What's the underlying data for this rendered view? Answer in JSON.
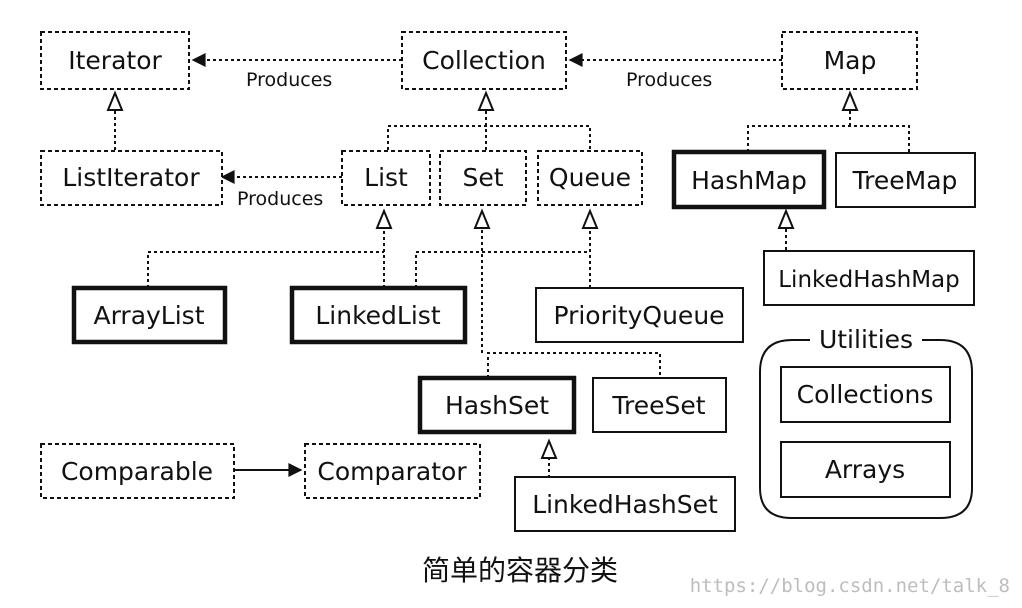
{
  "diagram": {
    "nodes": {
      "iterator": "Iterator",
      "collection": "Collection",
      "map": "Map",
      "list_iterator": "ListIterator",
      "list": "List",
      "set": "Set",
      "queue": "Queue",
      "hash_map": "HashMap",
      "tree_map": "TreeMap",
      "linked_hash_map": "LinkedHashMap",
      "array_list": "ArrayList",
      "linked_list": "LinkedList",
      "priority_queue": "PriorityQueue",
      "hash_set": "HashSet",
      "tree_set": "TreeSet",
      "linked_hash_set": "LinkedHashSet",
      "comparable": "Comparable",
      "comparator": "Comparator",
      "collections": "Collections",
      "arrays": "Arrays"
    },
    "utilities_group_label": "Utilities",
    "edge_labels": {
      "collection_produces_iterator": "Produces",
      "map_produces_collection": "Produces",
      "list_produces_listiterator": "Produces"
    },
    "caption": "简单的容器分类",
    "watermark": "https://blog.csdn.net/talk_8"
  }
}
